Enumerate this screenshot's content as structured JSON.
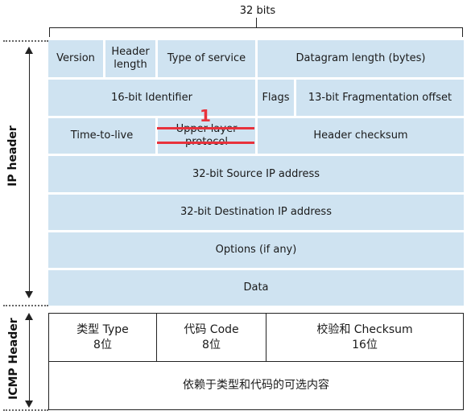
{
  "width_label": "32 bits",
  "side_labels": {
    "ip": "IP header",
    "icmp": "ICMP Header"
  },
  "ip_header": {
    "version": "Version",
    "header_length": "Header\nlength",
    "type_of_service": "Type of service",
    "datagram_length": "Datagram length (bytes)",
    "identifier": "16-bit Identifier",
    "flags": "Flags",
    "frag_offset": "13-bit Fragmentation offset",
    "ttl": "Time-to-live",
    "upper_layer_protocol": "Upper-layer\nprotocol",
    "header_checksum": "Header checksum",
    "source_ip": "32-bit Source IP address",
    "dest_ip": "32-bit Destination IP address",
    "options": "Options (if any)",
    "data": "Data"
  },
  "annotation": {
    "marker": "1",
    "color": "#e8323c"
  },
  "icmp_header": {
    "type": "类型 Type\n8位",
    "code": "代码 Code\n8位",
    "checksum": "校验和 Checksum\n16位",
    "content": "依赖于类型和代码的可选内容"
  },
  "colors": {
    "field_fill": "#cfe3f1",
    "border": "#222222",
    "highlight": "#e8323c"
  }
}
